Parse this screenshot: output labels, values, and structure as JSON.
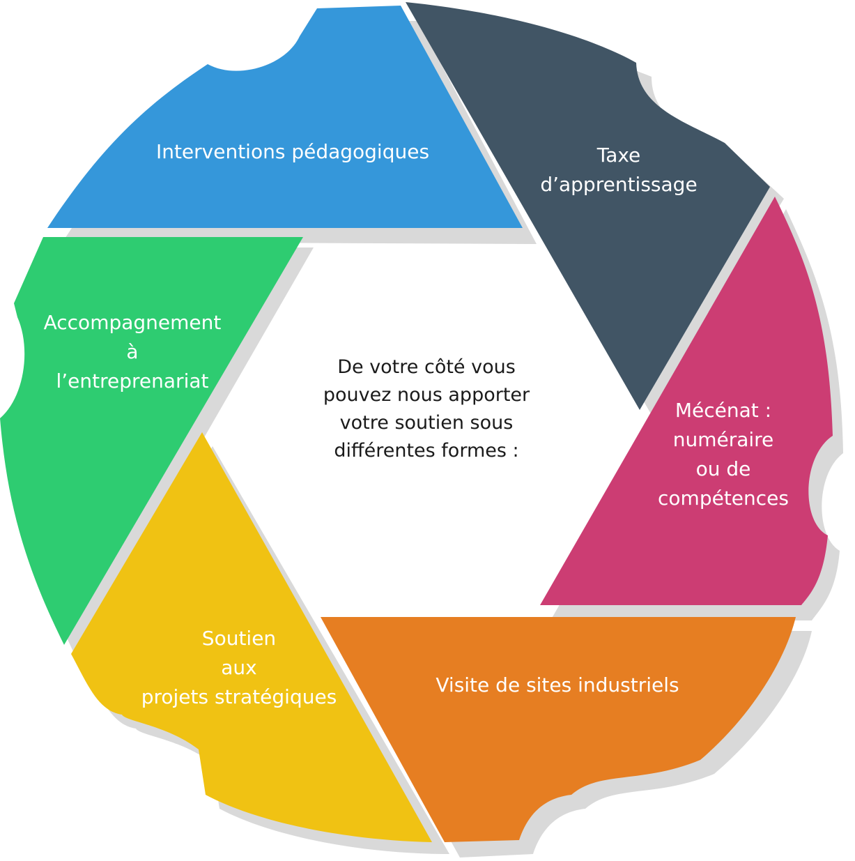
{
  "center_text": [
    "De votre côté vous",
    "pouvez nous apporter",
    "votre soutien sous",
    "différentes formes :"
  ],
  "segments": [
    {
      "key": "interventions",
      "color": "#3597da",
      "lines": [
        "Interventions pédagogiques"
      ]
    },
    {
      "key": "taxe",
      "color": "#415565",
      "lines": [
        "Taxe",
        "d’apprentissage"
      ]
    },
    {
      "key": "mecenat",
      "color": "#cc3d73",
      "lines": [
        "Mécénat :",
        "numéraire",
        "ou de",
        "compétences"
      ]
    },
    {
      "key": "visite",
      "color": "#e67e22",
      "lines": [
        "Visite de sites industriels"
      ]
    },
    {
      "key": "soutien",
      "color": "#f0c213",
      "lines": [
        "Soutien",
        "aux",
        "projets stratégiques"
      ]
    },
    {
      "key": "accompagnement",
      "color": "#2ecc71",
      "lines": [
        "Accompagnement",
        "à",
        "l’entreprenariat"
      ]
    }
  ],
  "shadow_color": "#d9d9d9"
}
